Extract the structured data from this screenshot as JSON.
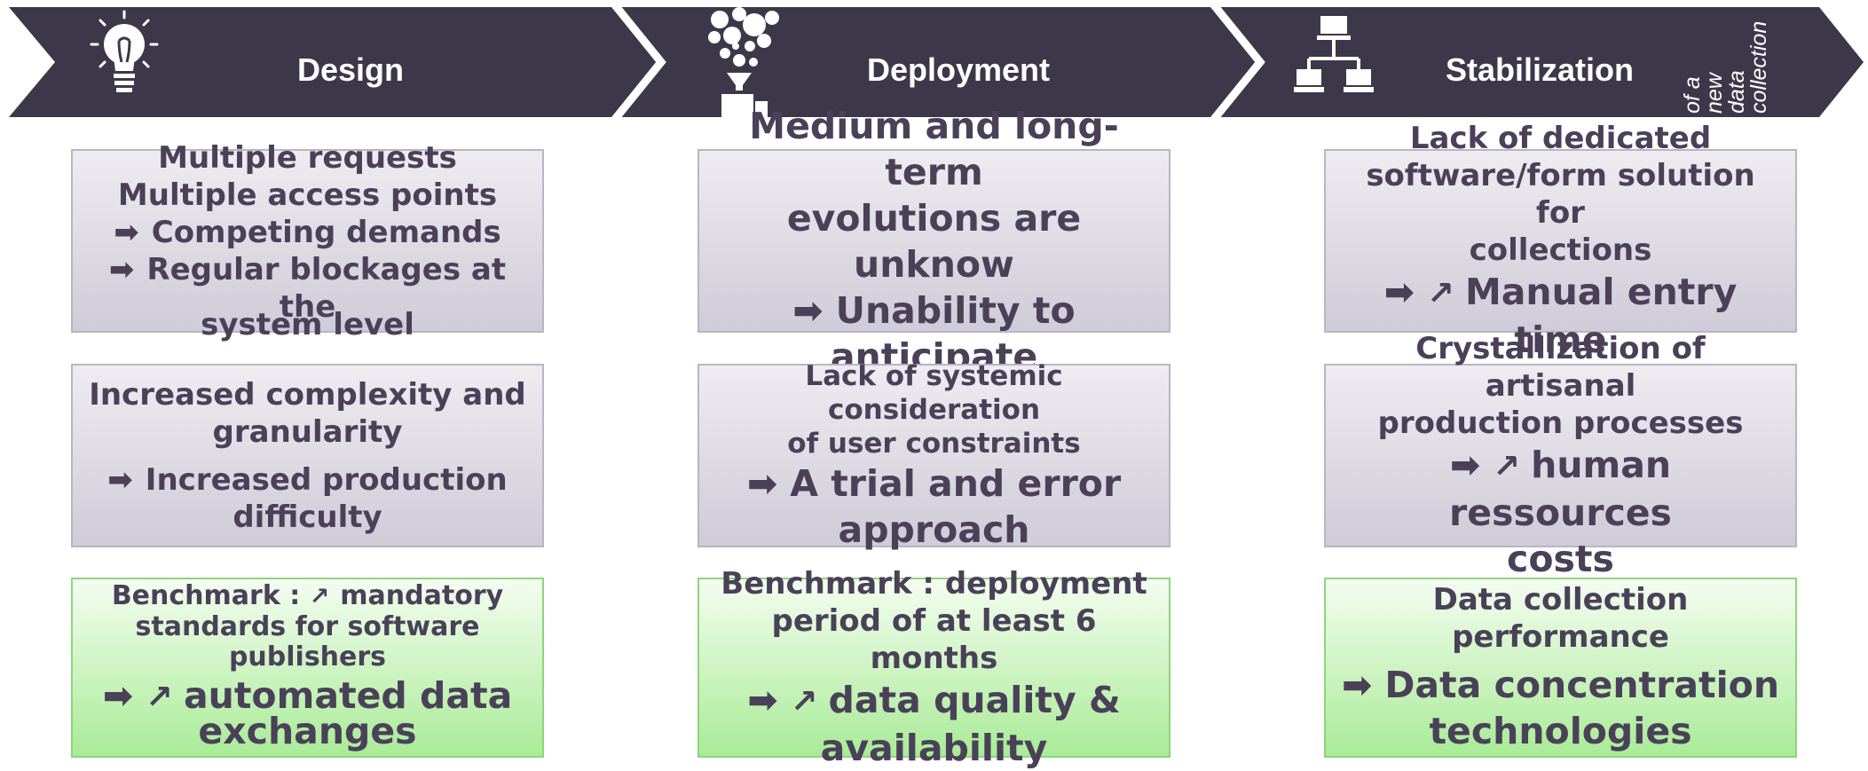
{
  "colors": {
    "chevron": "#3d3849",
    "text": "#4a4159",
    "gray_box_top": "#eeecf1",
    "gray_box_bottom": "#cfcbd8",
    "green_box_top": "#f4fdf0",
    "green_box_bottom": "#a9eb97"
  },
  "phases": [
    {
      "title": "Design",
      "icon": "lightbulb-icon"
    },
    {
      "title": "Deployment",
      "icon": "data-funnel-icon"
    },
    {
      "title": "Stabilization",
      "icon": "network-icon"
    }
  ],
  "side_note": [
    "of a",
    "new",
    "data",
    "collection"
  ],
  "symbols": {
    "arrow": "➡",
    "increase": "↗"
  },
  "boxes": {
    "design": {
      "box1": [
        "Multiple requests",
        "Multiple access points",
        "Competing demands",
        "Regular blockages at the",
        "system level"
      ],
      "box2": [
        "Increased complexity and",
        "granularity",
        "Increased production",
        "difficulty"
      ],
      "box3": [
        "Benchmark :",
        "mandatory",
        "standards for software",
        "publishers",
        "automated data",
        "exchanges"
      ]
    },
    "deployment": {
      "box1": [
        "Medium and long-term",
        "evolutions are unknow",
        "Unability to anticipate"
      ],
      "box2": [
        "Lack of systemic consideration",
        "of user constraints",
        "A trial and error",
        "approach"
      ],
      "box3": [
        "Benchmark : deployment",
        "period of at least 6 months",
        "data quality &",
        "availability"
      ]
    },
    "stabilization": {
      "box1": [
        "Lack of dedicated",
        "software/form solution for",
        "collections",
        "Manual entry time"
      ],
      "box2": [
        "Crystallization of artisanal",
        "production processes",
        "human ressources",
        "costs"
      ],
      "box3": [
        "Data collection performance",
        "Data concentration",
        "technologies"
      ]
    }
  }
}
